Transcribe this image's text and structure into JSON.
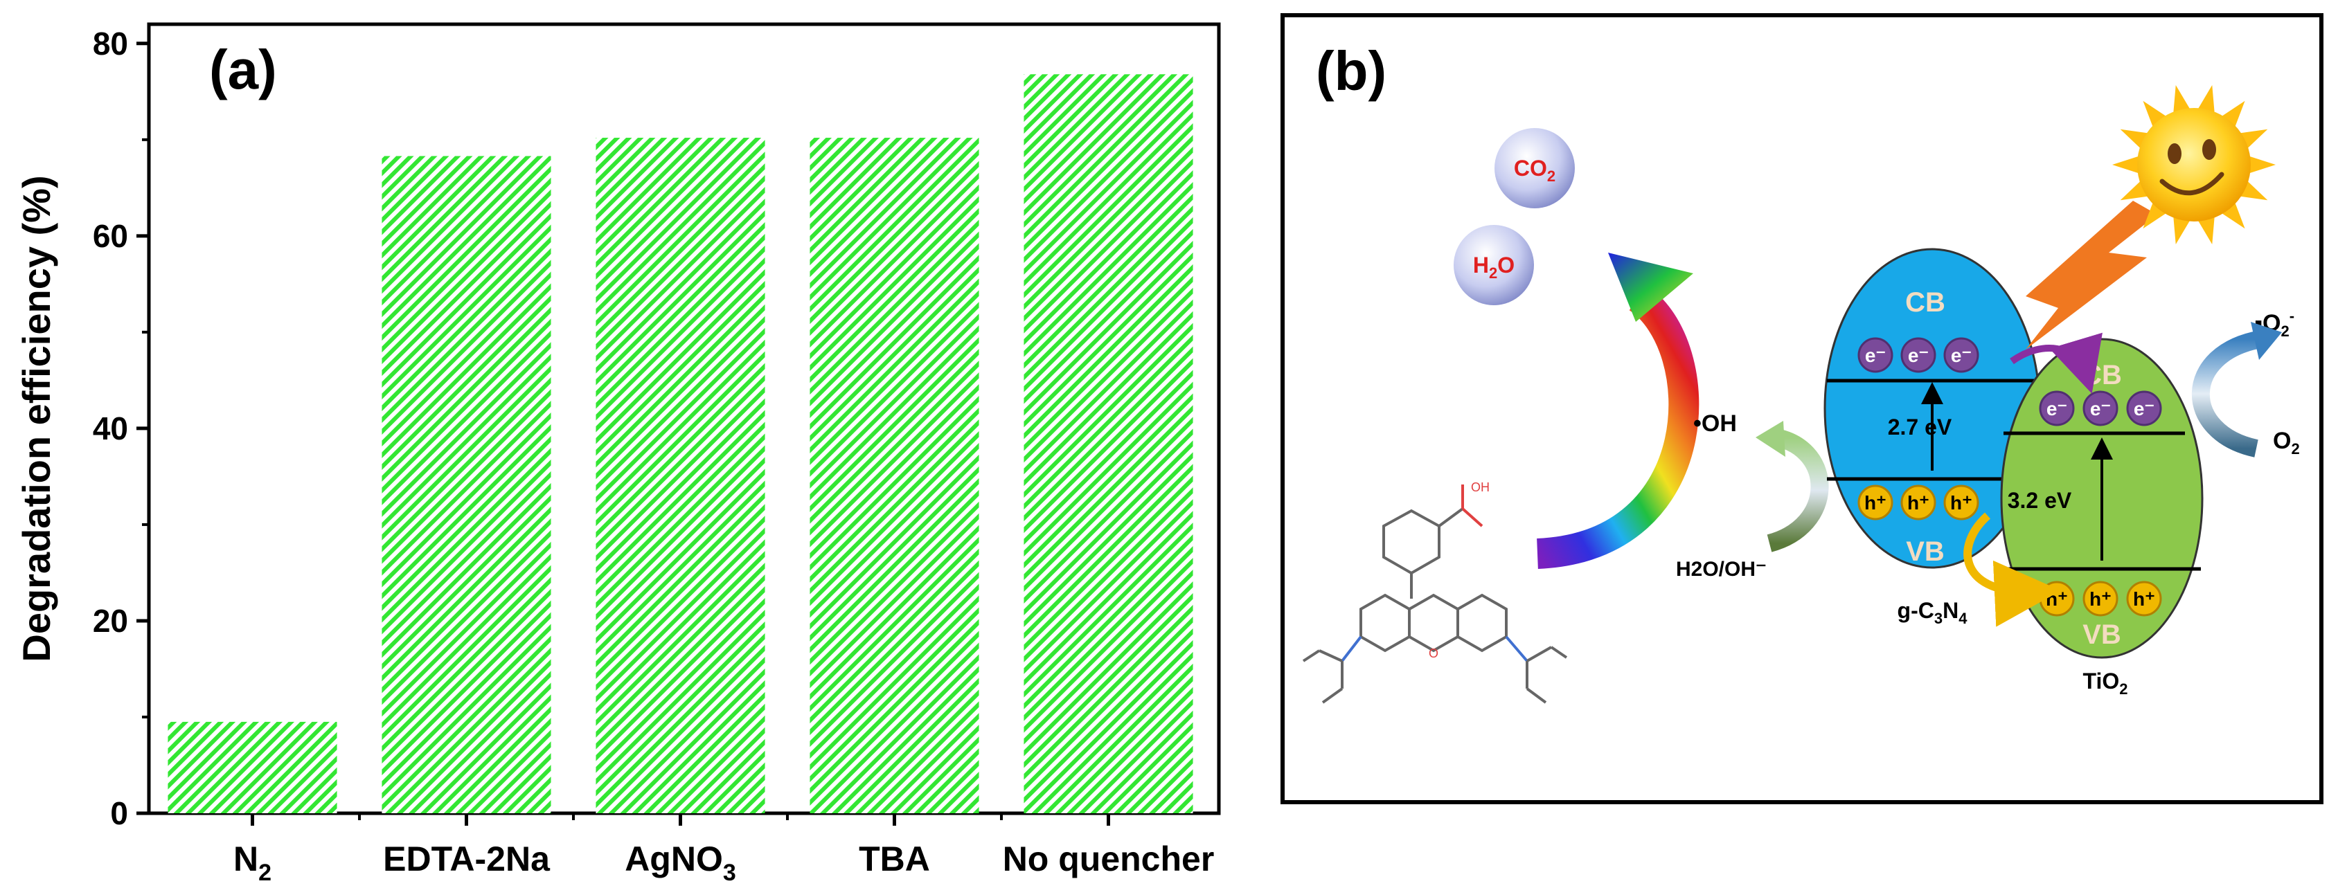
{
  "chart_data": {
    "type": "bar",
    "panel_label": "(a)",
    "title": "",
    "xlabel": "",
    "ylabel": "Degradation efficiency (%)",
    "ylim": [
      0,
      82
    ],
    "yticks": [
      0,
      20,
      40,
      60,
      80
    ],
    "grid": false,
    "categories": [
      "N2",
      "EDTA-2Na",
      "AgNO3",
      "TBA",
      "No quencher"
    ],
    "values": [
      9.5,
      68.3,
      70.2,
      70.2,
      76.8
    ],
    "bar_color": "#33e633",
    "bar_pattern": "diagonal-hatch"
  },
  "scheme": {
    "panel_label": "(b)",
    "molecules": {
      "co2": "CO2",
      "h2o": "H2O",
      "oh_label": "OH"
    },
    "radicals": {
      "oh": "•OH",
      "h2o_oh": "H2O/OH⁻",
      "o2_radical": "•O2⁻",
      "o2": "O2"
    },
    "g_c3n4": {
      "cb": "CB",
      "vb": "VB",
      "gap": "2.7 eV",
      "name": "g-C3N4",
      "color": "#18a8e8"
    },
    "tio2": {
      "cb": "CB",
      "vb": "VB",
      "gap": "3.2 eV",
      "name": "TiO2",
      "color": "#8cc84b"
    },
    "electron": "e⁻",
    "hole": "h⁺"
  }
}
